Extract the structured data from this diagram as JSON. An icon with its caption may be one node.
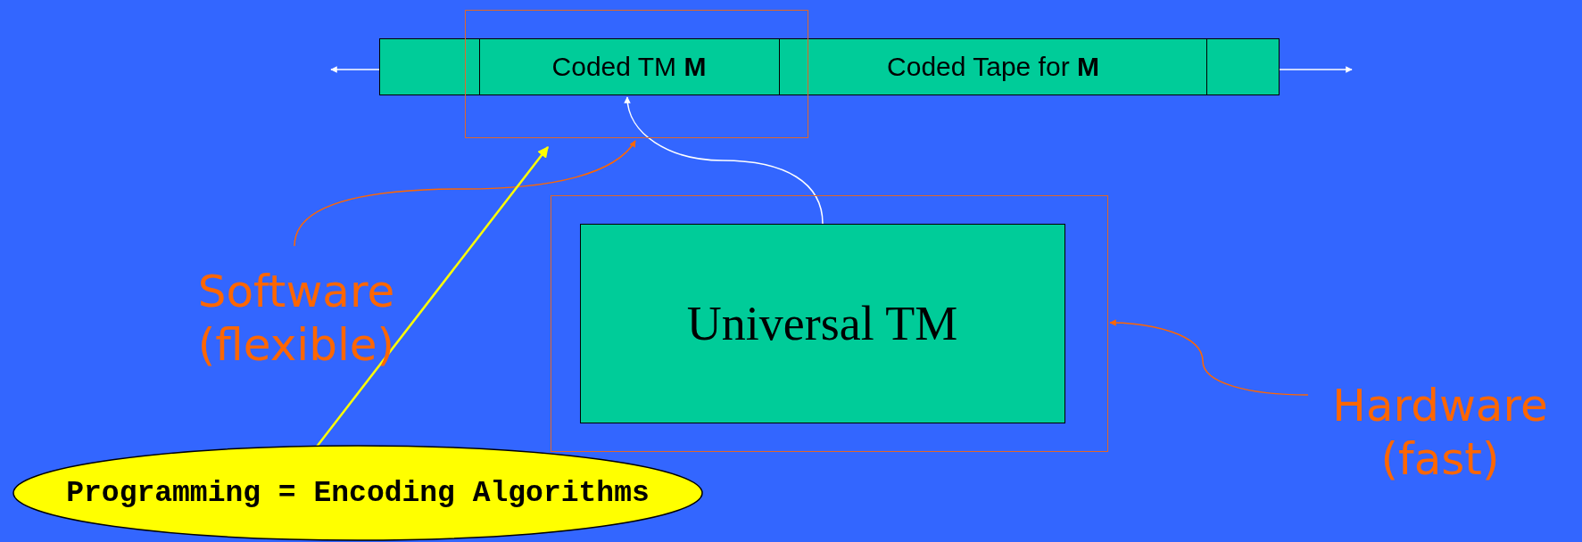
{
  "diagram": {
    "nodes": [
      {
        "text": [],
        "shape": "box"
      },
      {
        "text": [
          "Coded TM **M**"
        ],
        "in": 4
      },
      {
        "text": [
          "Coded Tape for **M**"
        ]
      },
      {
        "text": [],
        "shape": "box"
      },
      {
        "text": [],
        "shape": "box"
      },
      {
        "text": [],
        "shape": "box"
      },
      {
        "text": [
          "Universal TM"
        ],
        "in": 5
      },
      {
        "text": [
          "Software (flexible)"
        ]
      },
      {
        "text": [
          "Hardware (fast)"
        ]
      },
      {
        "text": [
          "Programming = Encoding Algorithms"
        ]
      }
    ],
    "edges": [
      {
        "from": 0,
        "to": null,
        "arrow": "to",
        "color": "#ffffff"
      },
      {
        "from": 3,
        "to": null,
        "arrow": "to",
        "color": "#ffffff"
      },
      {
        "from": 6,
        "to": 1,
        "arrow": "to",
        "color": "#ffffff"
      },
      {
        "from": 7,
        "to": 4,
        "arrow": "to",
        "color": "#ff6600"
      },
      {
        "from": 8,
        "to": 5,
        "arrow": "to",
        "color": "#ff6600"
      },
      {
        "from": 9,
        "to": 4,
        "arrow": "to",
        "color": "#ffff00"
      }
    ]
  }
}
